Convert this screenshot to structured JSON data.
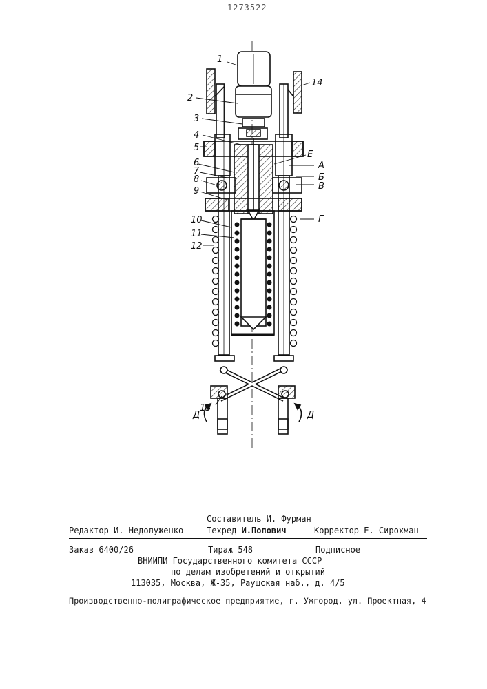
{
  "document_number": "1273522",
  "figure": {
    "part_labels": [
      "1",
      "2",
      "3",
      "4",
      "5",
      "6",
      "7",
      "8",
      "9",
      "10",
      "11",
      "12",
      "13",
      "14"
    ],
    "zone_labels": [
      "Е",
      "А",
      "Б",
      "В",
      "Г"
    ],
    "arrow_label_left": "Д",
    "arrow_label_right": "Д"
  },
  "imprint": {
    "editor": "Редактор И. Недолуженко",
    "compiler": "Составитель И. Фурман",
    "techred_prefix": "Техред ",
    "techred_name": "И.Попович",
    "corrector": "Корректор Е. Сирохман",
    "order": "Заказ 6400/26",
    "circulation": "Тираж 548",
    "subscription": "Подписное",
    "org_line1": "ВНИИПИ Государственного комитета СССР",
    "org_line2": "по делам изобретений и открытий",
    "org_address": "113035, Москва, Ж-35, Раушская наб., д. 4/5",
    "printer": "Производственно-полиграфическое предприятие, г. Ужгород, ул. Проектная, 4"
  }
}
